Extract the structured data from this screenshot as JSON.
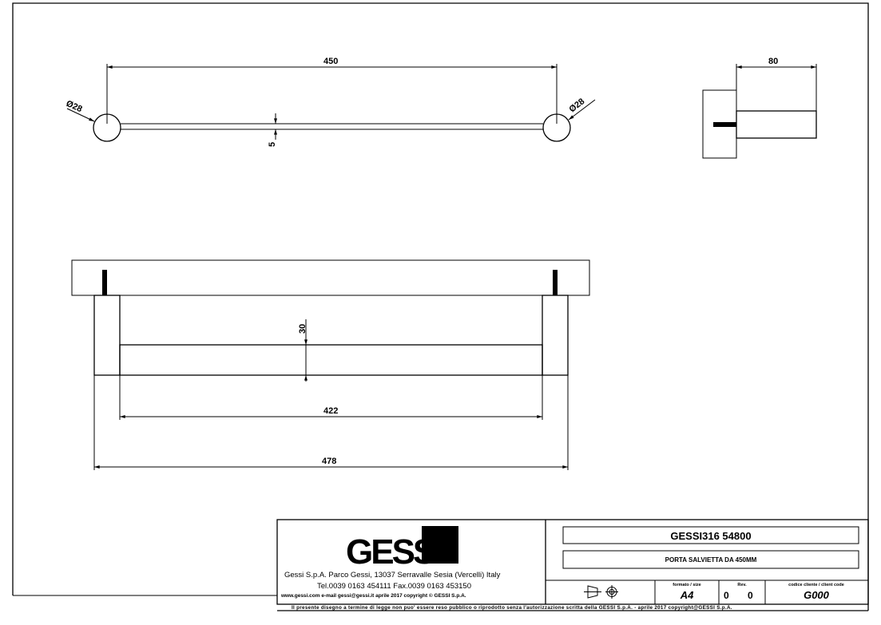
{
  "dimensions": {
    "length_top": "450",
    "diameter_left": "Ø28",
    "diameter_right": "Ø28",
    "bar_thickness": "5",
    "depth": "80",
    "bar_height": "30",
    "bar_length": "422",
    "overall_length": "478"
  },
  "title_block": {
    "logo": "GESSI",
    "address": "Gessi S.p.A. Parco Gessi, 13037 Serravalle Sesia (Vercelli) Italy",
    "phone": "Tel.0039 0163 454111 Fax.0039 0163 453150",
    "web": "www.gessi.com e-mail gessi@gessi.it    aprile 2017    copyright © GESSI S.p.A.",
    "code": "GESSI316 54800",
    "description": "PORTA SALVIETTA DA 450MM",
    "size_label": "formato / size",
    "size_value": "A4",
    "rev_label": "Rev.",
    "rev_value_1": "0",
    "rev_value_2": "0",
    "client_code_label": "codice cliente / client code",
    "client_code_value": "G000",
    "disclaimer": "Il presente disegno a termine di legge non puo' essere reso pubblico o riprodotto senza l'autorizzazione scritta della GESSI S.p.A. - aprile 2017 copyright@GESSI S.p.A."
  }
}
